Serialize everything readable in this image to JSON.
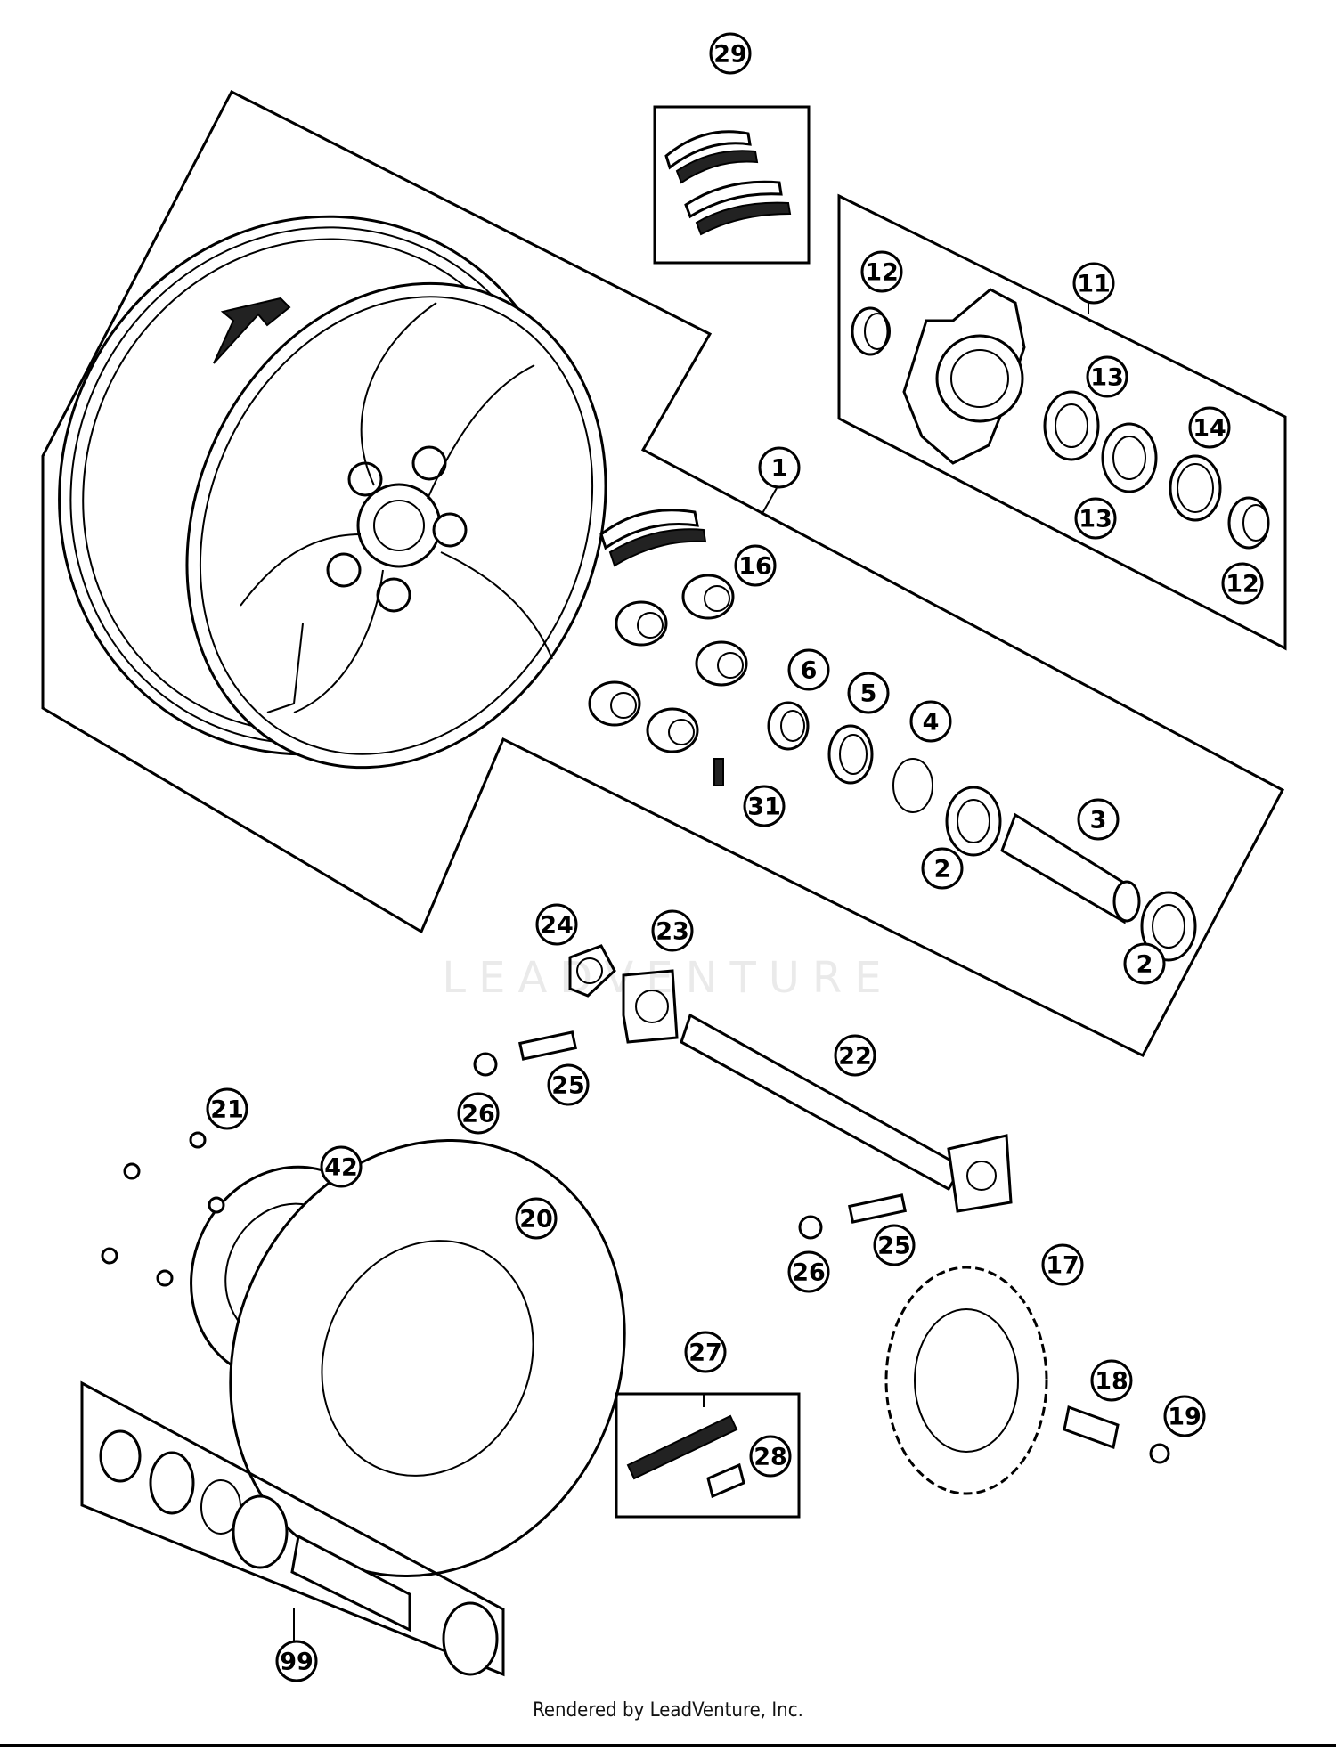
{
  "callouts": [
    "29",
    "11",
    "12",
    "13",
    "14",
    "13",
    "12",
    "1",
    "16",
    "6",
    "5",
    "4",
    "3",
    "2",
    "31",
    "2",
    "24",
    "23",
    "22",
    "25",
    "26",
    "21",
    "42",
    "20",
    "25",
    "26",
    "17",
    "27",
    "28",
    "18",
    "19",
    "99"
  ],
  "watermark": "LEADVENTURE",
  "footer": "Rendered by LeadVenture, Inc."
}
